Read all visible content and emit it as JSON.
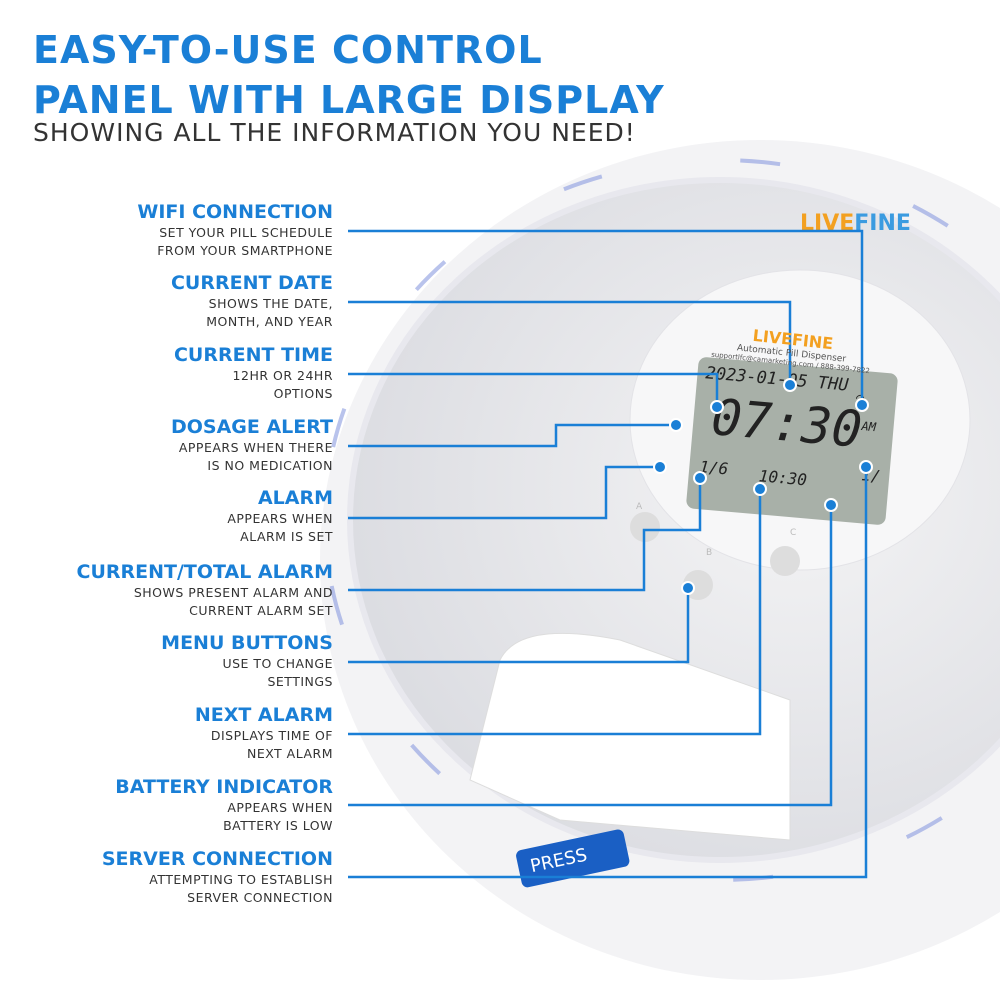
{
  "header": {
    "line1": "EASY-TO-USE CONTROL",
    "line2": "PANEL WITH LARGE DISPLAY",
    "subtitle": "SHOWING ALL THE INFORMATION YOU NEED!"
  },
  "features": [
    {
      "title": "WIFI CONNECTION",
      "desc": [
        "SET YOUR PILL SCHEDULE",
        "FROM YOUR SMARTPHONE"
      ]
    },
    {
      "title": "CURRENT DATE",
      "desc": [
        "SHOWS THE DATE,",
        "MONTH, AND YEAR"
      ]
    },
    {
      "title": "CURRENT TIME",
      "desc": [
        "12HR OR 24HR",
        "OPTIONS"
      ]
    },
    {
      "title": "DOSAGE ALERT",
      "desc": [
        "APPEARS WHEN THERE",
        "IS NO MEDICATION"
      ]
    },
    {
      "title": "ALARM",
      "desc": [
        "APPEARS WHEN",
        "ALARM IS SET"
      ]
    },
    {
      "title": "CURRENT/TOTAL ALARM",
      "desc": [
        "SHOWS PRESENT ALARM AND",
        "CURRENT ALARM SET"
      ]
    },
    {
      "title": "MENU BUTTONS",
      "desc": [
        "USE TO CHANGE",
        "SETTINGS"
      ]
    },
    {
      "title": "NEXT ALARM",
      "desc": [
        "DISPLAYS TIME OF",
        "NEXT ALARM"
      ]
    },
    {
      "title": "BATTERY INDICATOR",
      "desc": [
        "APPEARS WHEN",
        "BATTERY IS LOW"
      ]
    },
    {
      "title": "SERVER CONNECTION",
      "desc": [
        "ATTEMPTING TO ESTABLISH",
        "SERVER CONNECTION"
      ]
    }
  ],
  "device": {
    "brand": "LIVEFINE",
    "product": "Automatic Pill Dispenser",
    "support": "supportlfc@camarketing.com / 888-399-7822",
    "press_label": "PRESS",
    "buttons": [
      "A",
      "B",
      "C"
    ]
  },
  "lcd": {
    "date": "2023-01-05 THU",
    "time": "07:30",
    "ampm": "AM",
    "alarm_count": "1/6",
    "next_alarm": "10:30",
    "server": "1/"
  },
  "colors": {
    "accent": "#1a7fd6",
    "text": "#333333"
  }
}
